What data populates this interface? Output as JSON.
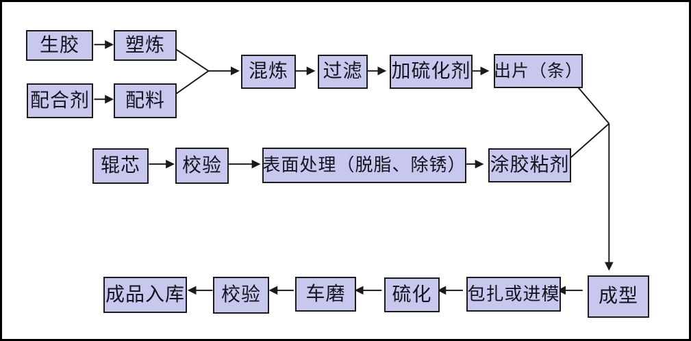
{
  "diagram": {
    "type": "flowchart",
    "colors": {
      "background": "#ffffff",
      "frame": "#000000",
      "node_fill": "#c8c8ee",
      "node_border": "#1a1a1a",
      "connector": "#1a1a1a",
      "text": "#141420"
    },
    "nodes": {
      "raw_rubber": "生胶",
      "plastication": "塑炼",
      "compounding_agent": "配合剂",
      "batching": "配料",
      "mixing": "混炼",
      "filtering": "过滤",
      "add_vulcanizing_agent": "加硫化剂",
      "sheeting": "出片（条）",
      "roller_core": "辊芯",
      "core_inspection": "校验",
      "surface_treatment": "表面处理（脱脂、除锈）",
      "apply_adhesive": "涂胶粘剂",
      "forming": "成型",
      "wrap_or_mold": "包扎或进模",
      "vulcanizing": "硫化",
      "turning_grinding": "车磨",
      "final_inspection": "校验",
      "finished_goods_storage": "成品入库"
    },
    "edges": [
      {
        "from": "生胶",
        "to": "塑炼"
      },
      {
        "from": "配合剂",
        "to": "配料"
      },
      {
        "from": "塑炼",
        "to": "混炼"
      },
      {
        "from": "配料",
        "to": "混炼"
      },
      {
        "from": "混炼",
        "to": "过滤"
      },
      {
        "from": "过滤",
        "to": "加硫化剂"
      },
      {
        "from": "加硫化剂",
        "to": "出片（条）"
      },
      {
        "from": "出片（条）",
        "to": "成型"
      },
      {
        "from": "辊芯",
        "to": "校验"
      },
      {
        "from": "校验",
        "to": "表面处理（脱脂、除锈）"
      },
      {
        "from": "表面处理（脱脂、除锈）",
        "to": "涂胶粘剂"
      },
      {
        "from": "涂胶粘剂",
        "to": "成型"
      },
      {
        "from": "成型",
        "to": "包扎或进模"
      },
      {
        "from": "包扎或进模",
        "to": "硫化"
      },
      {
        "from": "硫化",
        "to": "车磨"
      },
      {
        "from": "车磨",
        "to": "校验"
      },
      {
        "from": "校验",
        "to": "成品入库"
      }
    ]
  }
}
